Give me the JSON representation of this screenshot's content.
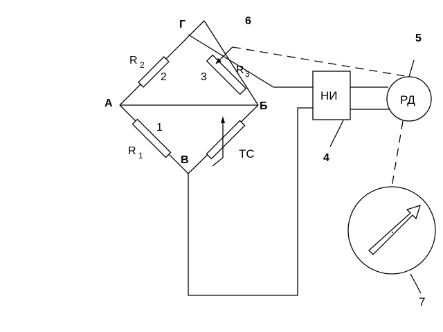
{
  "nodes": {
    "a": "А",
    "b": "Б",
    "v": "В",
    "g": "Г"
  },
  "resistors": {
    "r1": "R",
    "r1_sub": "1",
    "r2": "R",
    "r2_sub": "2",
    "r3": "R",
    "r3_sub": "3",
    "tc": "ТС"
  },
  "blocks": {
    "amplifier": "НИ",
    "motor": "РД"
  },
  "numbers": {
    "n1": "1",
    "n2": "2",
    "n3": "3",
    "n4": "4",
    "n5": "5",
    "n6": "6",
    "n7": "7"
  }
}
